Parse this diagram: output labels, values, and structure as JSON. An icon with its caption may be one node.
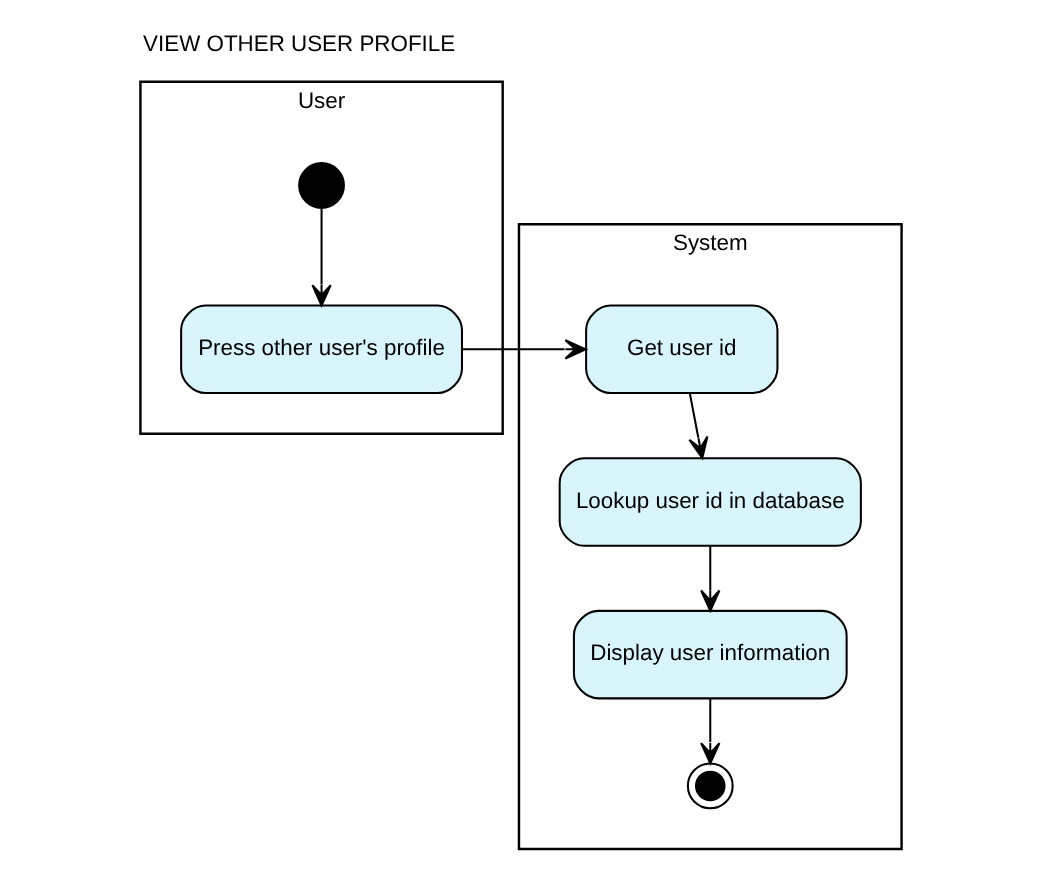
{
  "diagram": {
    "title": "VIEW OTHER USER PROFILE",
    "nodes": [
      {
        "text": [
          "User"
        ]
      },
      {
        "text": [
          "System"
        ]
      },
      {
        "text": [],
        "shape": "circle",
        "in": 0
      },
      {
        "text": [
          "Press other user's profile"
        ],
        "in": 0
      },
      {
        "text": [
          "Get user id"
        ],
        "in": 1
      },
      {
        "text": [
          "Lookup user id in database"
        ],
        "in": 1
      },
      {
        "text": [
          "Display user information"
        ],
        "in": 1
      },
      {
        "text": [],
        "shape": "circle",
        "in": 1
      }
    ],
    "edges": [
      {
        "from": 2,
        "to": 3,
        "arrow": "to"
      },
      {
        "from": 3,
        "to": 4,
        "arrow": "to"
      },
      {
        "from": 4,
        "to": 5,
        "arrow": "to"
      },
      {
        "from": 5,
        "to": 6,
        "arrow": "to"
      },
      {
        "from": 6,
        "to": 7,
        "arrow": "to"
      }
    ]
  }
}
